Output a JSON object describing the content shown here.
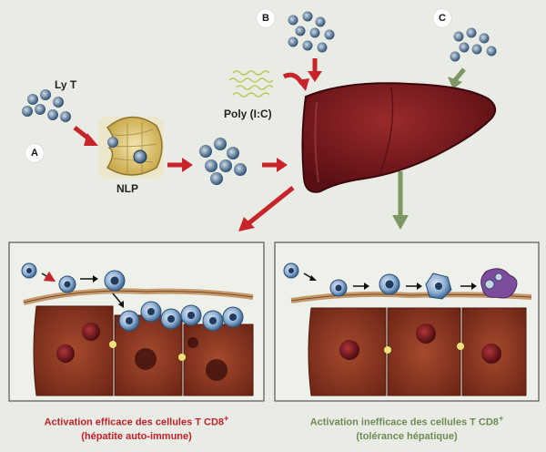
{
  "labels": {
    "a": "A",
    "b": "B",
    "c": "C",
    "ly_t": "Ly T",
    "nlp": "NLP",
    "poly": "Poly (I:C)"
  },
  "captions": {
    "left_line1": "Activation efficace des cellules T CD8",
    "left_line2": "(hépatite auto-immune)",
    "right_line1": "Activation inefficace des cellules T CD8",
    "right_line2": "(tolérance hépatique)",
    "superscript": "+"
  },
  "colors": {
    "background": "#e9ece4",
    "red_arrow": "#c8242b",
    "green_arrow": "#7d9665",
    "liver": "#7a1a1f",
    "tcell": "#4a78a8",
    "hepatocyte": "#9b3a26",
    "caption_red": "#c0202a",
    "caption_green": "#6f8a55"
  }
}
